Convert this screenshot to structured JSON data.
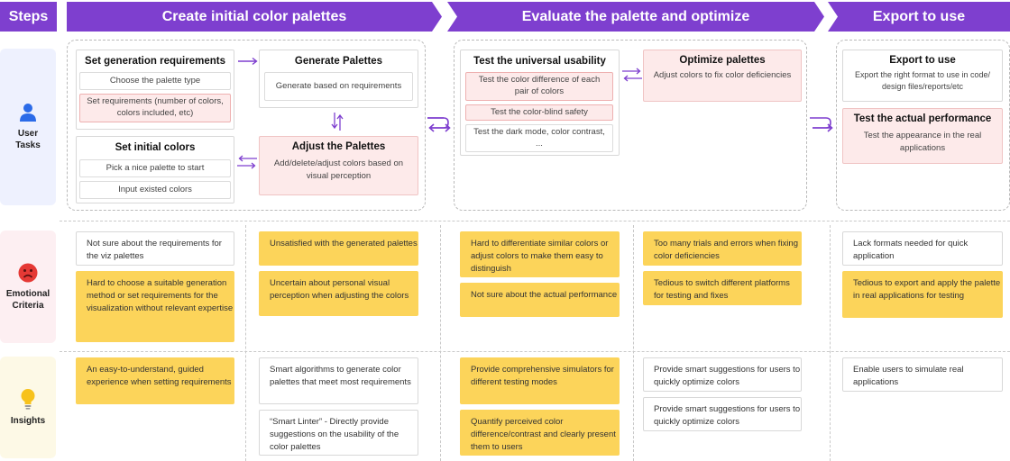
{
  "header": {
    "steps": "Steps",
    "phases": [
      "Create initial color palettes",
      "Evaluate the palette and optimize",
      "Export to use"
    ]
  },
  "rows": {
    "user_tasks": "User\nTasks",
    "emotional_criteria": "Emotional\nCriteria",
    "insights": "Insights"
  },
  "tasks": {
    "set_generation_requirements": {
      "title": "Set generation requirements",
      "items": [
        "Choose the palette type",
        "Set requirements (number of colors, colors included, etc)"
      ]
    },
    "set_initial_colors": {
      "title": "Set initial colors",
      "items": [
        "Pick a nice palette to start",
        "Input existed colors"
      ]
    },
    "generate_palettes": {
      "title": "Generate Palettes",
      "desc": "Generate based on requirements"
    },
    "adjust_palettes": {
      "title": "Adjust the Palettes",
      "desc": "Add/delete/adjust colors based on visual perception"
    },
    "test_universal_usability": {
      "title": "Test the universal usability",
      "items": [
        "Test the color difference of each pair of colors",
        "Test the color-blind safety",
        "Test the dark mode, color contrast, ..."
      ]
    },
    "optimize_palettes": {
      "title": "Optimize palettes",
      "desc": "Adjust colors to fix color deficiencies"
    },
    "export_to_use": {
      "title": "Export to use",
      "desc": "Export the right format to use in code/ design files/reports/etc"
    },
    "test_actual_performance": {
      "title": "Test the actual performance",
      "desc": "Test the appearance in the real applications"
    }
  },
  "emotional": {
    "col1": [
      "Not sure about the requirements for the viz palettes",
      "Hard to choose a suitable generation method or set requirements for the visualization without relevant expertise"
    ],
    "col2": [
      "Unsatisfied with the generated palettes",
      "Uncertain about personal visual perception when adjusting the colors"
    ],
    "col3": [
      "Hard to differentiate similar colors or adjust colors to make them easy to distinguish",
      "Not sure about the actual performance"
    ],
    "col4": [
      "Too many trials and errors when fixing color deficiencies",
      "Tedious to switch different platforms for testing and fixes"
    ],
    "col5": [
      "Lack formats needed for quick application",
      "Tedious to export and apply the palette in real applications for testing"
    ]
  },
  "insights": {
    "col1": [
      "An easy-to-understand, guided experience when setting requirements"
    ],
    "col2": [
      "Smart algorithms to generate color palettes that meet most requirements",
      "“Smart Linter” - Directly provide suggestions on the usability of the color palettes"
    ],
    "col3": [
      "Provide comprehensive simulators for different testing modes",
      "Quantify perceived color difference/contrast and clearly present them to users"
    ],
    "col4": [
      "Provide smart suggestions for users to quickly optimize colors",
      "Provide smart suggestions for users to quickly optimize colors"
    ],
    "col5": [
      "Enable users to simulate real applications"
    ]
  },
  "colors": {
    "header": "#7e3fcf",
    "highlight": "#fcd45a",
    "task_pink": "#fdeaea",
    "arrow": "#7e3fcf"
  }
}
